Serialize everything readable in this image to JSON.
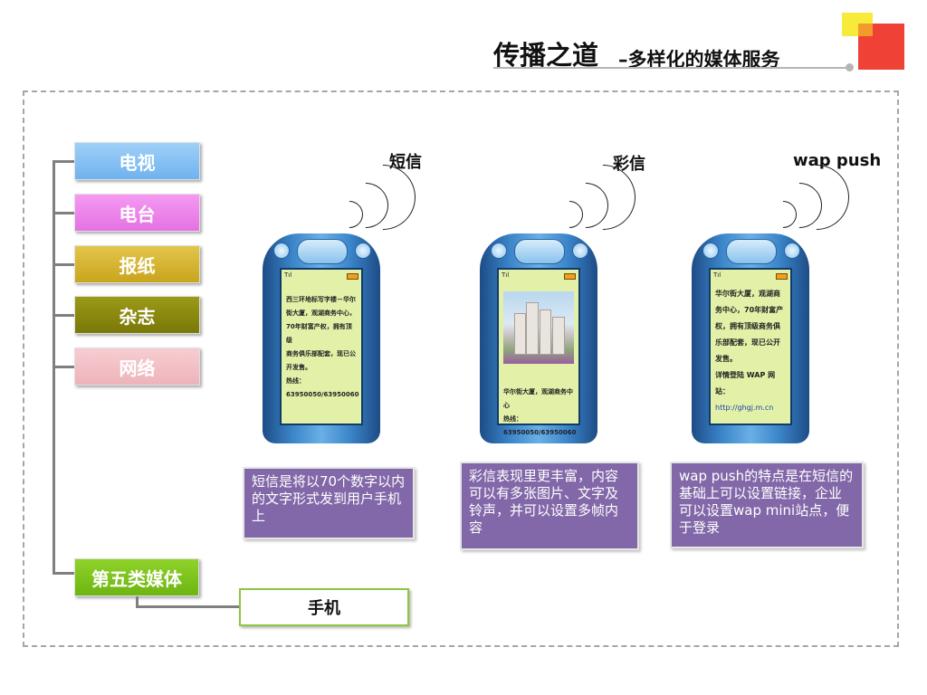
{
  "header": {
    "title": "传播之道",
    "subtitle": "–多样化的媒体服务"
  },
  "categories": [
    {
      "label": "电视",
      "color": "#7fbff2"
    },
    {
      "label": "电台",
      "color": "#ea80e9"
    },
    {
      "label": "报纸",
      "color": "#d4b430"
    },
    {
      "label": "杂志",
      "color": "#8a880f"
    },
    {
      "label": "网络",
      "color": "#f2c0c6"
    }
  ],
  "fifth_media": {
    "label": "第五类媒体",
    "color": "#7dc31c"
  },
  "mobile": {
    "label": "手机"
  },
  "phones": [
    {
      "label": "短信",
      "screen_lines": [
        "西三环地标写字楼－华尔",
        "街大厦，观湖商务中心，",
        "70年财富产权，拥有顶级",
        "商务俱乐部配套，现已公",
        "开发售。",
        "热线：63950050/63950060"
      ],
      "description": "短信是将以70个数字以内的文字形式发到用户手机上"
    },
    {
      "label": "彩信",
      "screen_lines": [
        "华尔街大厦，观湖商务中心",
        "热线：63950050/63950060"
      ],
      "description": "彩信表现里更丰富，内容可以有多张图片、文字及铃声，并可以设置多帧内容"
    },
    {
      "label": "wap push",
      "screen_lines": [
        "华尔街大厦，观湖商",
        "务中心，70年财富产",
        "权，拥有顶级商务俱",
        "乐部配套，现已公开",
        "发售。",
        "详情登陆 WAP 网站：",
        "http://ghgj.m.cn"
      ],
      "description": "wap push的特点是在短信的基础上可以设置链接，企业可以设置wap mini站点，便于登录"
    }
  ],
  "phone_status": {
    "signal": "Tıl"
  },
  "colors": {
    "accent_red": "#ef4136",
    "accent_yellow": "#f7ea3b",
    "desc_purple": "#8268a8",
    "phone_blue": "#3a84c8",
    "screen_green": "#e3f1a8"
  }
}
